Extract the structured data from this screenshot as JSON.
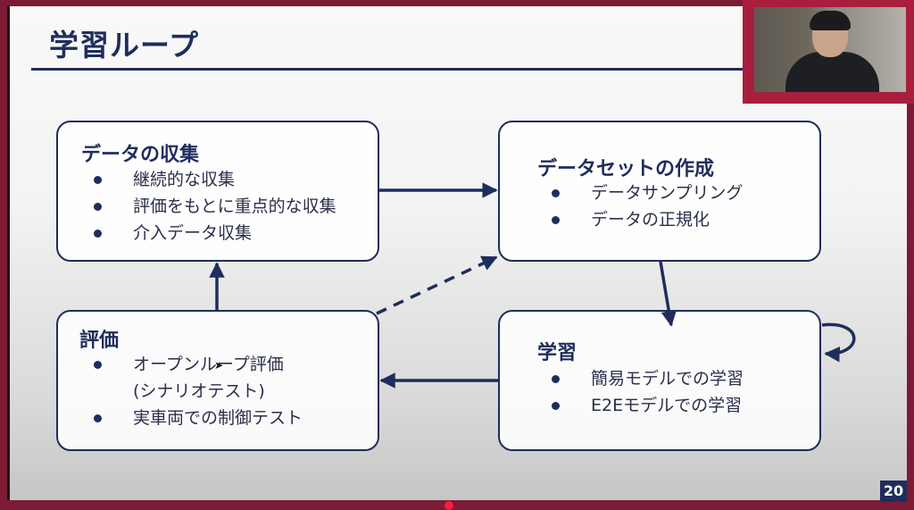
{
  "slide": {
    "title": "学習ループ",
    "page_number": "20"
  },
  "boxes": {
    "data_collection": {
      "title": "データの収集",
      "items": [
        "継続的な収集",
        "評価をもとに重点的な収集",
        "介入データ収集"
      ]
    },
    "dataset_creation": {
      "title": "データセットの作成",
      "items": [
        "データサンプリング",
        "データの正規化"
      ]
    },
    "evaluation": {
      "title": "評価",
      "items": [
        {
          "line1": "オープンループ評価",
          "line2": "(シナリオテスト)"
        },
        {
          "line1": "実車両での制御テスト"
        }
      ]
    },
    "training": {
      "title": "学習",
      "items": [
        "簡易モデルでの学習",
        "E2Eモデルでの学習"
      ]
    }
  },
  "colors": {
    "primary": "#1f2d5c",
    "frame": "#7d1a35",
    "webcam_frame": "#a81f3d",
    "progress": "#ff1b3d"
  },
  "video": {
    "presenter_webcam": "presenter-video"
  }
}
